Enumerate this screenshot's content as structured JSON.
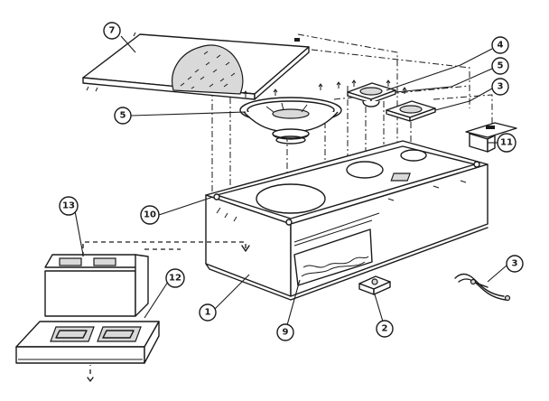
{
  "diagram": {
    "callouts": [
      {
        "id": "c7",
        "label": "7"
      },
      {
        "id": "c5a",
        "label": "5"
      },
      {
        "id": "c4",
        "label": "4"
      },
      {
        "id": "c5b",
        "label": "5"
      },
      {
        "id": "c3a",
        "label": "3"
      },
      {
        "id": "c11",
        "label": "11"
      },
      {
        "id": "c10",
        "label": "10"
      },
      {
        "id": "c13",
        "label": "13"
      },
      {
        "id": "c12",
        "label": "12"
      },
      {
        "id": "c1",
        "label": "1"
      },
      {
        "id": "c9",
        "label": "9"
      },
      {
        "id": "c2",
        "label": "2"
      },
      {
        "id": "c3b",
        "label": "3"
      }
    ]
  }
}
